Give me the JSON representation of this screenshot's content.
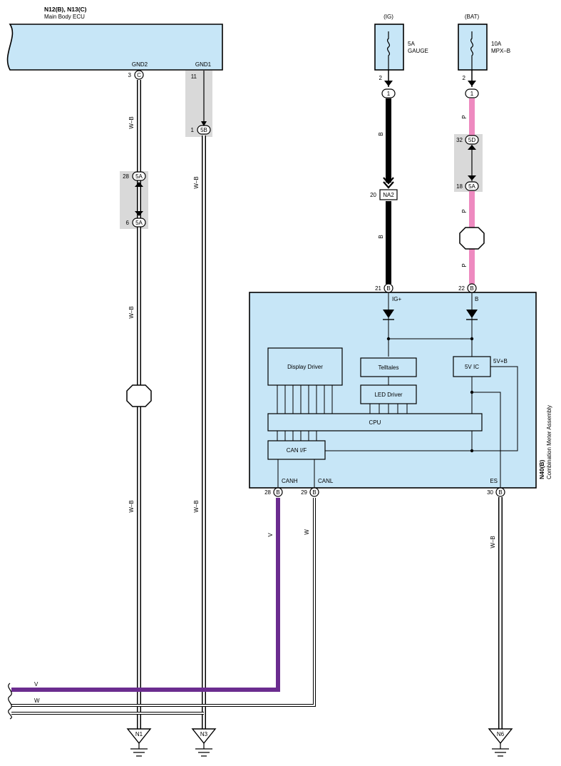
{
  "ecu": {
    "title": "N12(B), N13(C)",
    "name": "Main Body ECU",
    "gnd2_label": "GND2",
    "gnd1_label": "GND1",
    "gnd2_pin_num": "3",
    "gnd2_pin_conn": "C",
    "gnd1_pin_num": "11"
  },
  "fuses": {
    "ig": {
      "source": "(IG)",
      "rating": "5A",
      "name": "GAUGE",
      "pin": "2"
    },
    "bat": {
      "source": "(BAT)",
      "rating": "10A",
      "name": "MPX–B",
      "pin": "2"
    }
  },
  "connectors": {
    "ig_top": "1",
    "bat_top": "1",
    "jct_5b_num": "1",
    "jct_5b": "5B",
    "jct_5a_top_num": "28",
    "jct_5a_top": "5A",
    "jct_5a_bot_num": "6",
    "jct_5a_bot": "5A",
    "jct_5d_num": "32",
    "jct_5d": "5D",
    "jct_5a_r_num": "18",
    "jct_5a_r": "5A",
    "na2_num": "20",
    "na2": "NA2"
  },
  "wire_colors": {
    "wb": "W–B",
    "b": "B",
    "p": "P",
    "v": "V",
    "w": "W"
  },
  "colors": {
    "black": "#000000",
    "pink": "#ee8ac0",
    "purple": "#6b2c8f",
    "panel": "#c7e6f7",
    "gray": "#d9d9d9"
  },
  "meter": {
    "code": "N40(B)",
    "name": "Combination Meter Assembly",
    "pin_b": "B",
    "pin21": "21",
    "pin22": "22",
    "pin28": "28",
    "pin29": "29",
    "pin30": "30",
    "ig_label": "IG+",
    "b_label": "B",
    "canh": "CANH",
    "canl": "CANL",
    "es": "ES",
    "display_driver": "Display Driver",
    "telltales": "Telltales",
    "led_driver": "LED Driver",
    "ic5v": "5V IC",
    "v5b": "5V+B",
    "cpu": "CPU",
    "can_if": "CAN I/F"
  },
  "grounds": {
    "n1": "N1",
    "n3": "N3",
    "n6": "N6"
  }
}
